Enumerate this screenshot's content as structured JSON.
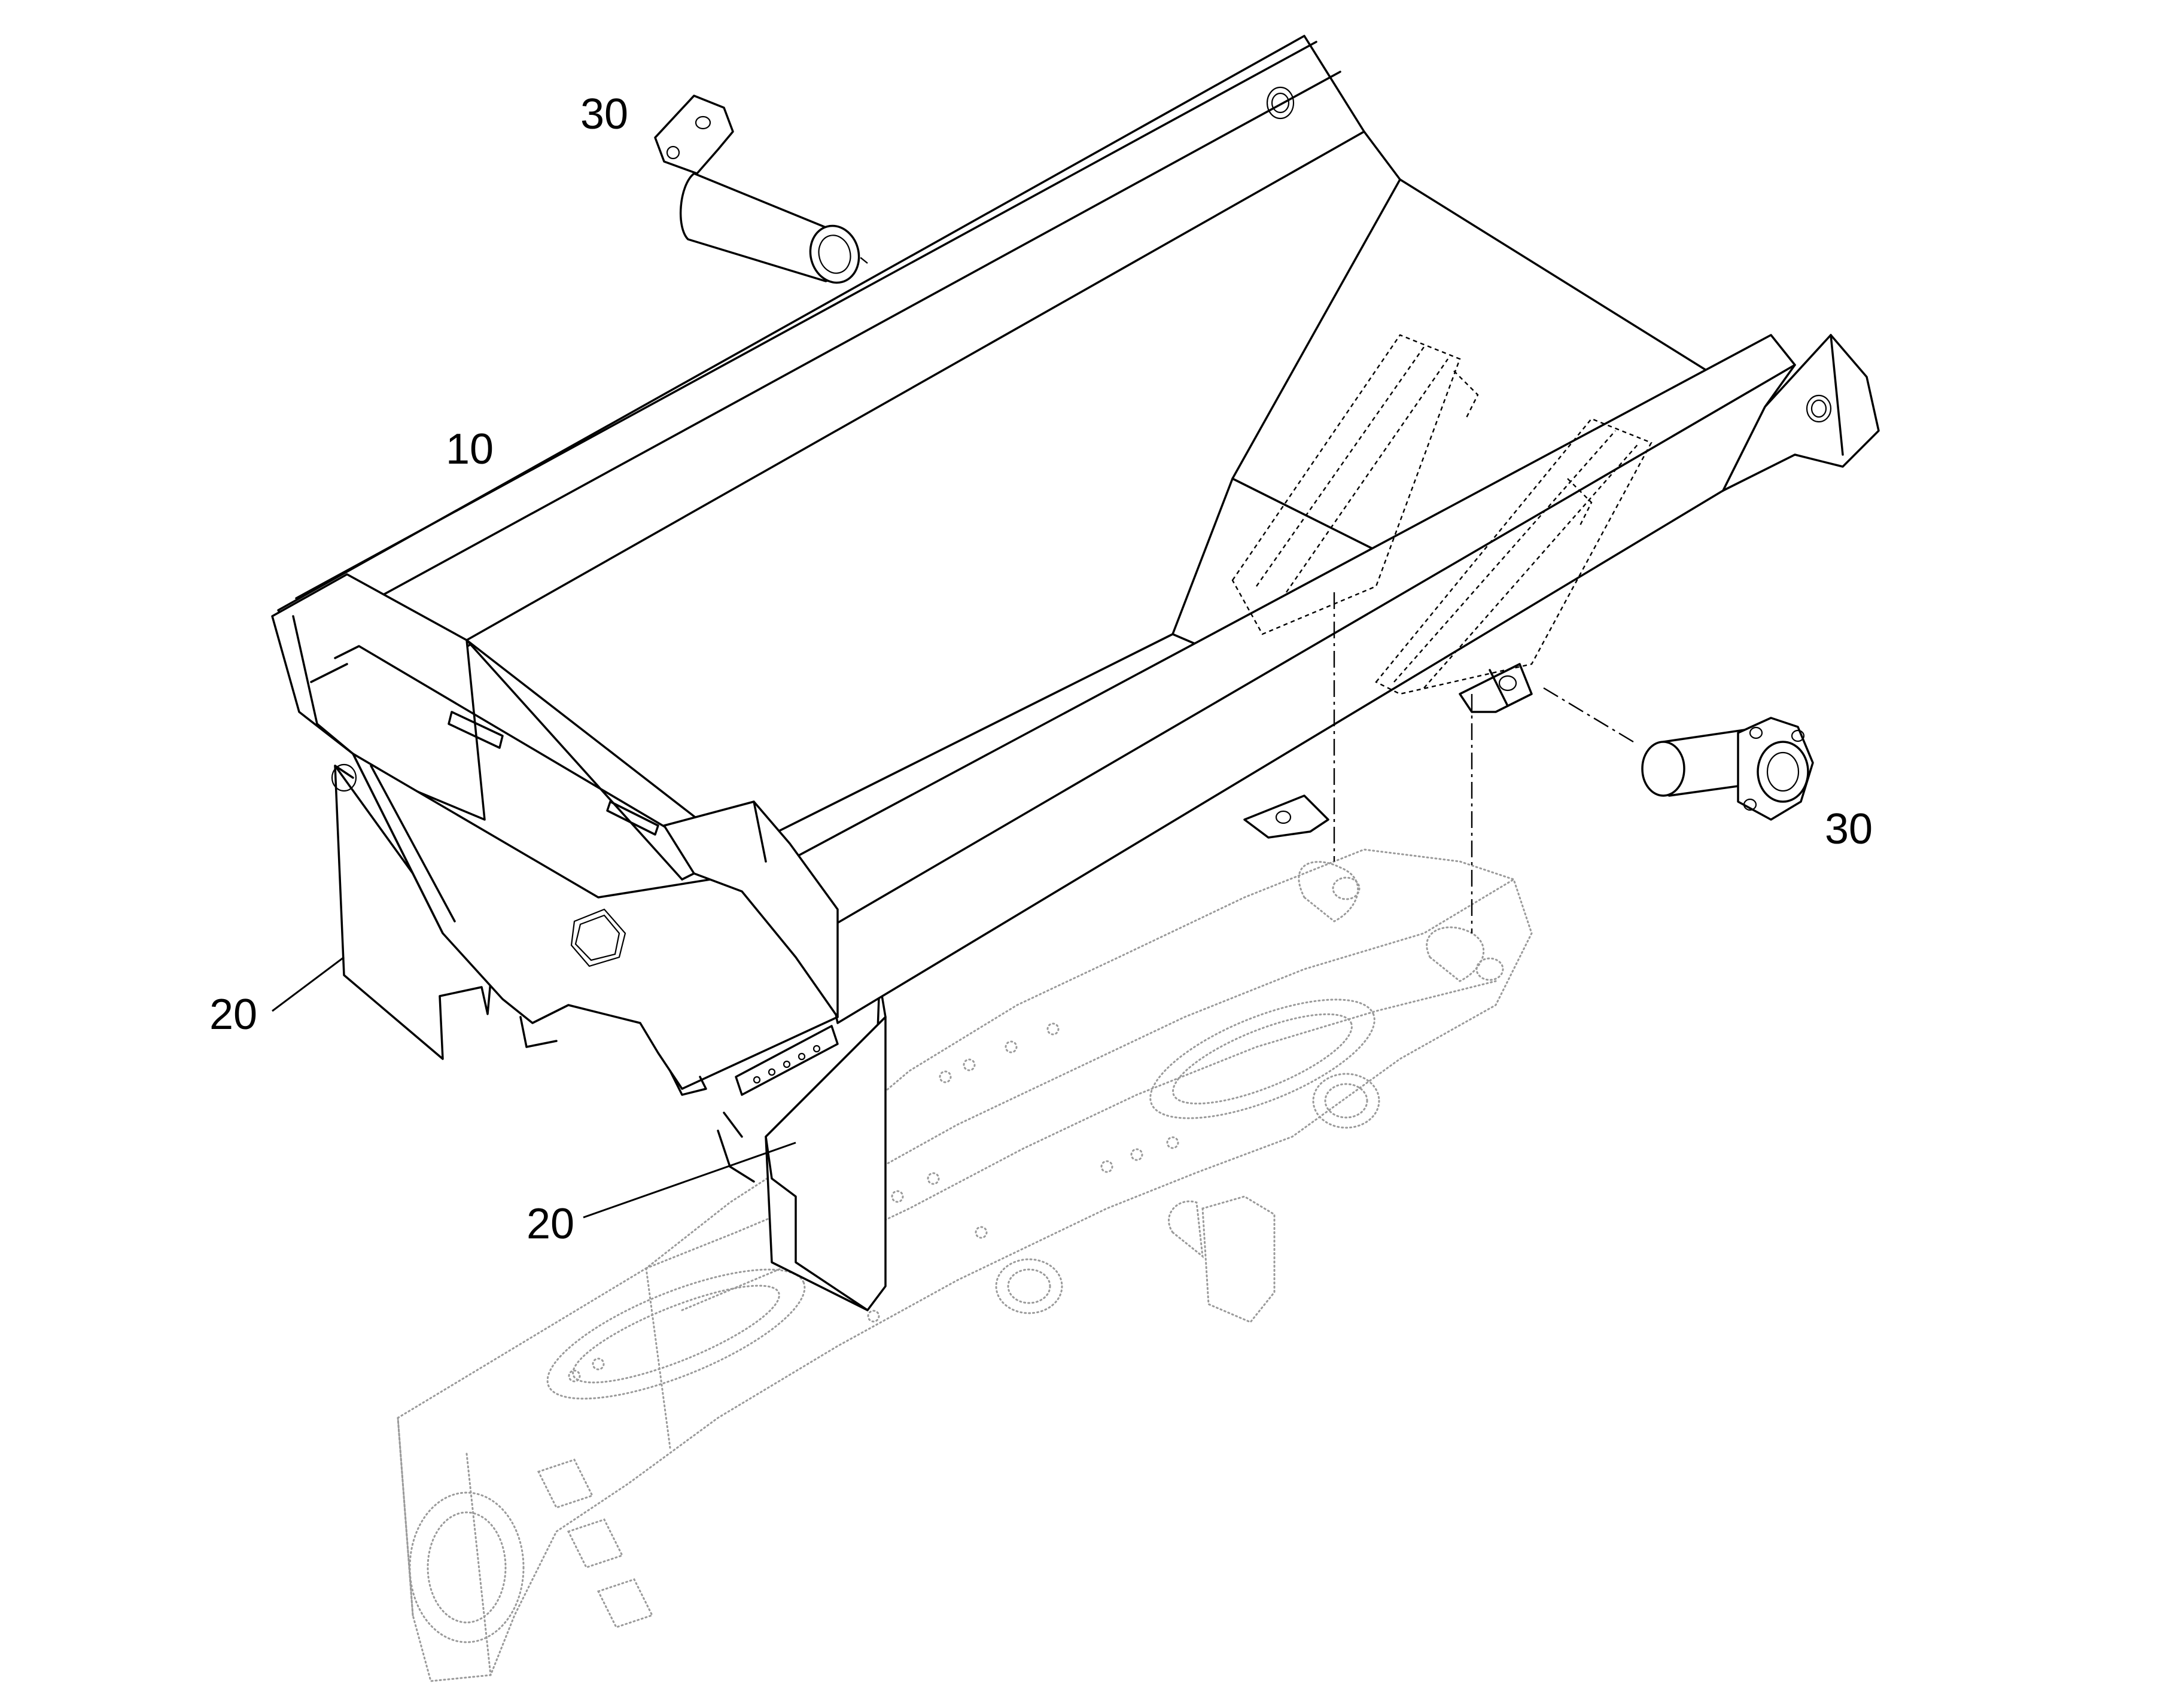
{
  "callouts": {
    "item_10": "10",
    "item_20_left": "20",
    "item_20_front": "20",
    "item_30_top": "30",
    "item_30_right": "30"
  },
  "icons": {
    "frame": "bolster-frame-icon",
    "axle": "rear-axle-reference-icon",
    "pin": "pivot-pin-icon",
    "plate": "mud-guard-plate-icon"
  },
  "colors": {
    "line": "#000000",
    "reference_part": "#9a9a9a",
    "background": "#ffffff"
  }
}
